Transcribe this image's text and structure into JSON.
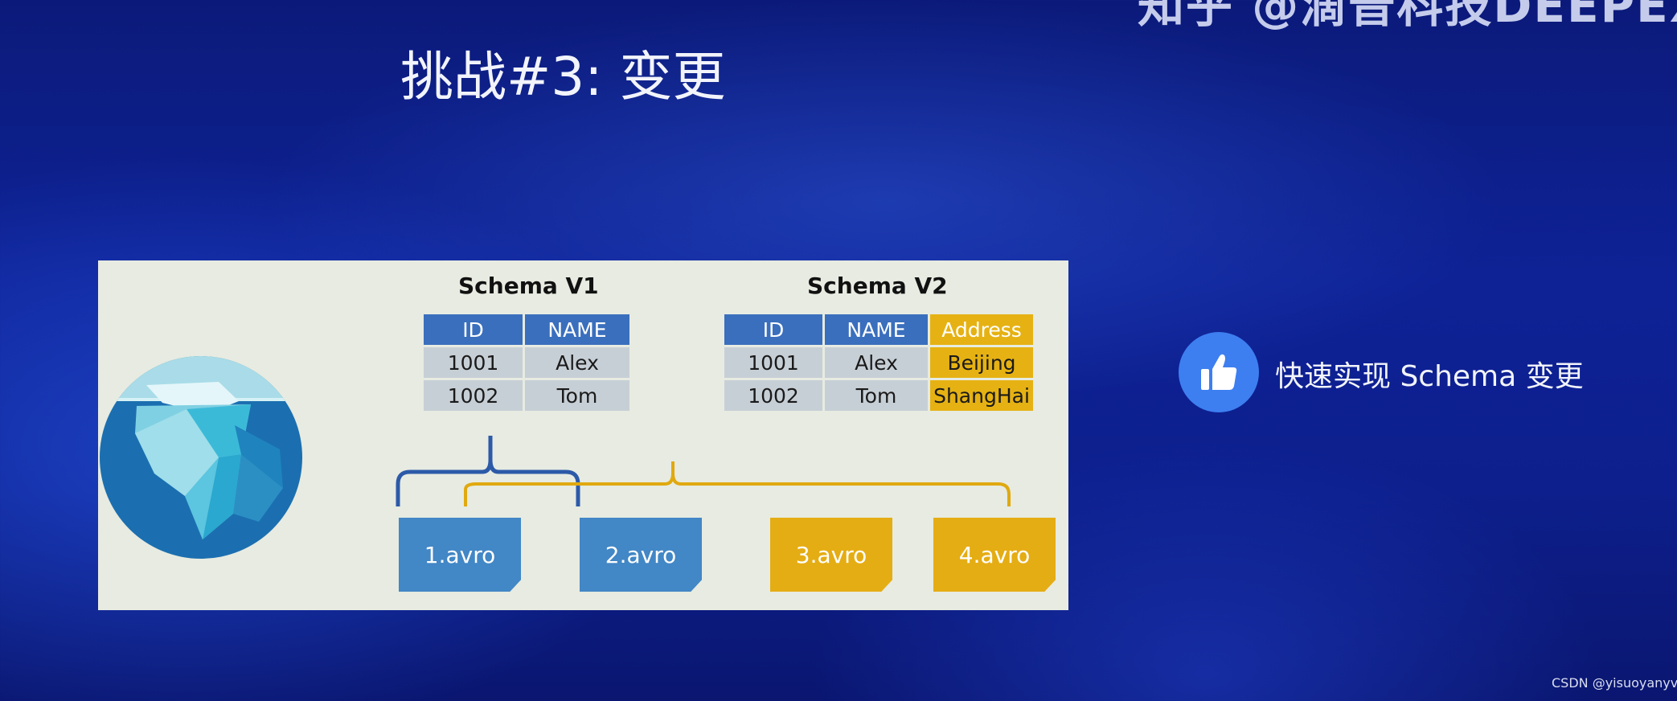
{
  "watermark_top": "知乎 @滴普科技DEEPEXI",
  "title": "挑战#3: 变更",
  "schema_v1": {
    "label": "Schema V1",
    "headers": [
      "ID",
      "NAME"
    ],
    "rows": [
      [
        "1001",
        "Alex"
      ],
      [
        "1002",
        "Tom"
      ]
    ]
  },
  "schema_v2": {
    "label": "Schema V2",
    "headers": [
      "ID",
      "NAME",
      "Address"
    ],
    "rows": [
      [
        "1001",
        "Alex",
        "Beijing"
      ],
      [
        "1002",
        "Tom",
        "ShangHai"
      ]
    ]
  },
  "files": [
    "1.avro",
    "2.avro",
    "3.avro",
    "4.avro"
  ],
  "note": "快速实现 Schema 变更",
  "credit": "CSDN @yisuoyanyv",
  "icons": {
    "iceberg": "iceberg-logo-icon",
    "thumb": "thumbs-up-icon"
  },
  "colors": {
    "v1_blue": "#3a6fbd",
    "v2_yellow": "#e6b213",
    "file_blue": "#4287c6",
    "file_yellow": "#e5ad14",
    "thumb_circle": "#3d7ff0"
  }
}
